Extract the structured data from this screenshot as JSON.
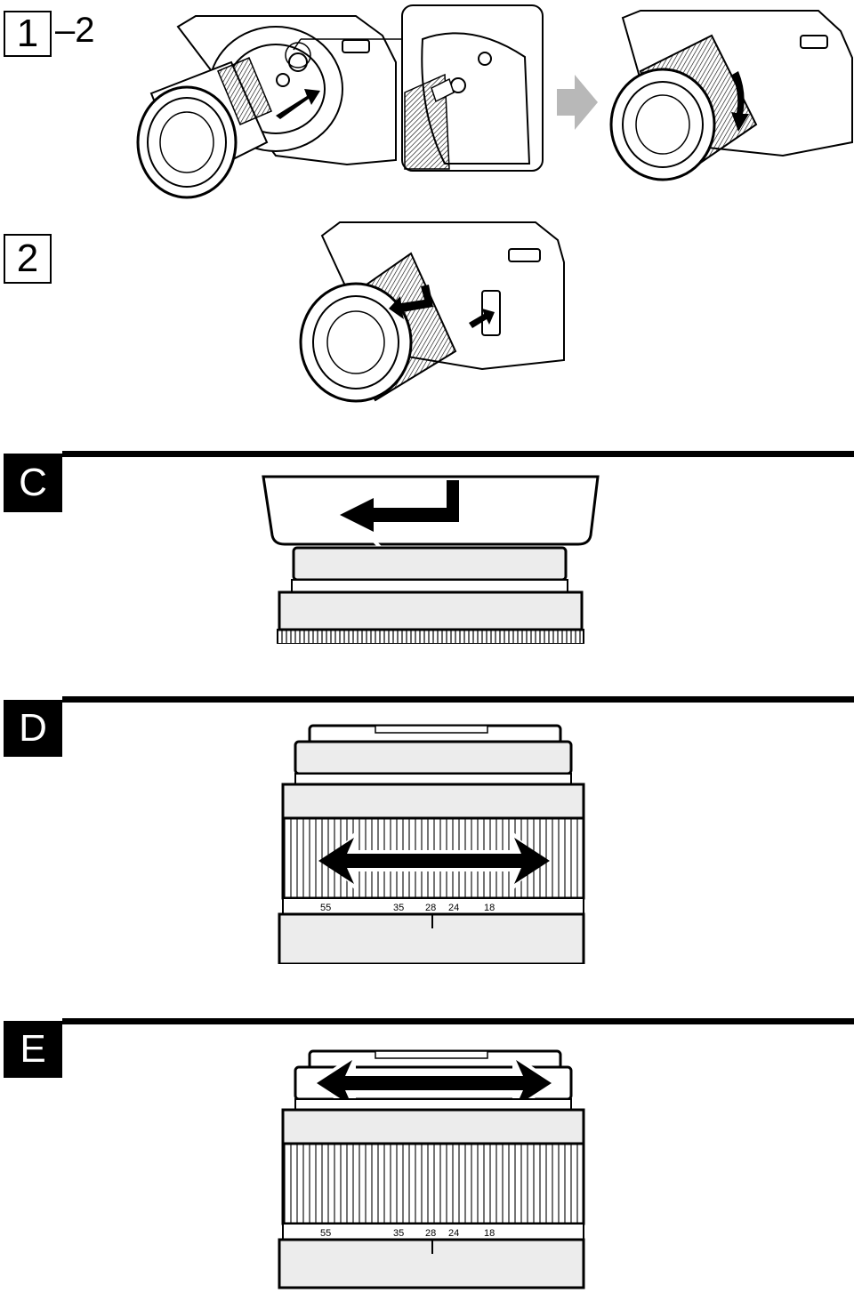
{
  "steps": {
    "step1": {
      "number": "1",
      "suffix": "–2"
    },
    "step2": {
      "number": "2"
    }
  },
  "sections": {
    "c": {
      "label": "C"
    },
    "d": {
      "label": "D",
      "zoom_scale": [
        "55",
        "35",
        "28",
        "24",
        "18"
      ]
    },
    "e": {
      "label": "E",
      "zoom_scale": [
        "55",
        "35",
        "28",
        "24",
        "18"
      ]
    }
  },
  "colors": {
    "ink": "#000000",
    "arrow_gray": "#b8b8b8",
    "lens_fill": "#ffffff"
  }
}
